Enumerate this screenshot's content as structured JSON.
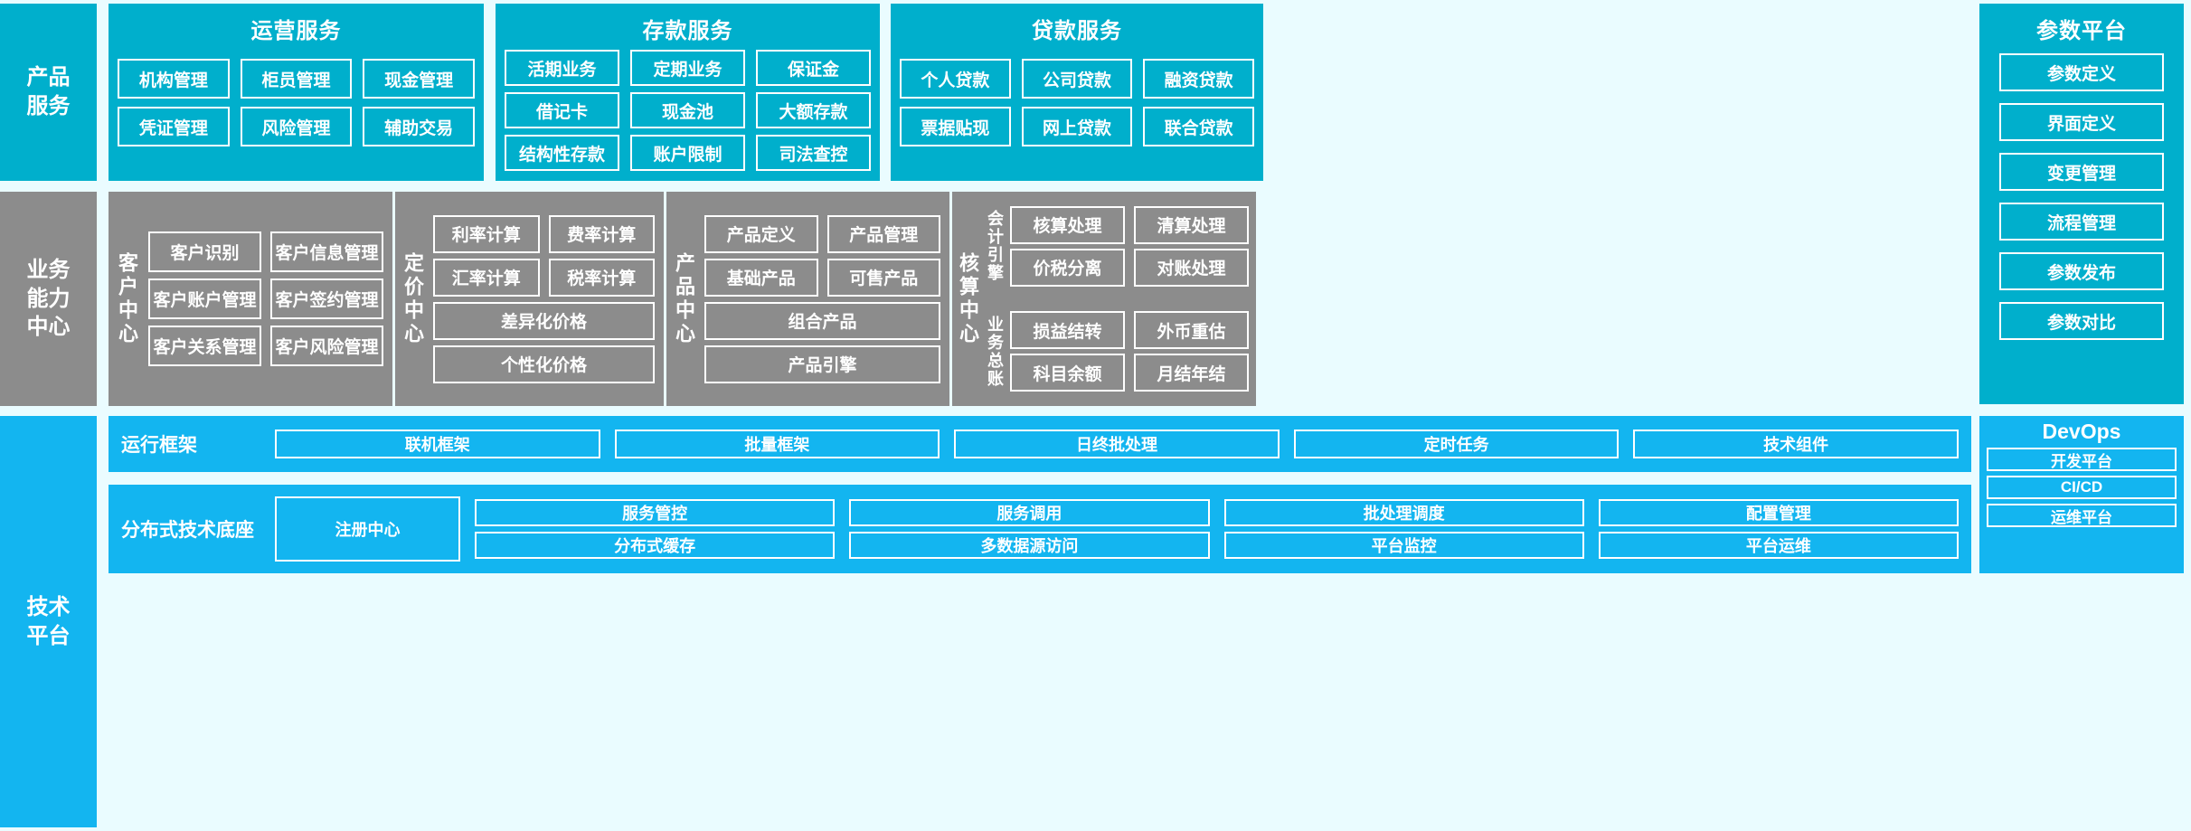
{
  "layers": {
    "product_service": "产品\n服务",
    "business_capability": "业务\n能力\n中心",
    "tech_platform": "技术\n平台"
  },
  "product_service": {
    "groups": [
      {
        "title": "运营服务",
        "items": [
          "机构管理",
          "柜员管理",
          "现金管理",
          "凭证管理",
          "风险管理",
          "辅助交易"
        ]
      },
      {
        "title": "存款服务",
        "items": [
          "活期业务",
          "定期业务",
          "保证金",
          "借记卡",
          "现金池",
          "大额存款",
          "结构性存款",
          "账户限制",
          "司法查控"
        ]
      },
      {
        "title": "贷款服务",
        "items": [
          "个人贷款",
          "公司贷款",
          "融资贷款",
          "票据贴现",
          "网上贷款",
          "联合贷款"
        ]
      }
    ]
  },
  "param_platform": {
    "title": "参数平台",
    "items": [
      "参数定义",
      "界面定义",
      "变更管理",
      "流程管理",
      "参数发布",
      "参数对比"
    ]
  },
  "business_centers": [
    {
      "name": "客户中心",
      "pairs": [
        [
          "客户识别",
          "客户信息管理"
        ],
        [
          "客户账户管理",
          "客户签约管理"
        ],
        [
          "客户关系管理",
          "客户风险管理"
        ]
      ]
    },
    {
      "name": "定价中心",
      "pairs": [
        [
          "利率计算",
          "费率计算"
        ],
        [
          "汇率计算",
          "税率计算"
        ]
      ],
      "wide": [
        "差异化价格",
        "个性化价格"
      ]
    },
    {
      "name": "产品中心",
      "pairs": [
        [
          "产品定义",
          "产品管理"
        ],
        [
          "基础产品",
          "可售产品"
        ]
      ],
      "wide": [
        "组合产品",
        "产品引擎"
      ]
    },
    {
      "name": "核算中心",
      "sub_labels": [
        "会计引擎",
        "业务总账"
      ],
      "pairs": [
        [
          "核算处理",
          "清算处理"
        ],
        [
          "价税分离",
          "对账处理"
        ],
        [
          "损益结转",
          "外币重估"
        ],
        [
          "科目余额",
          "月结年结"
        ]
      ]
    }
  ],
  "tech_platform": {
    "strips": [
      {
        "name": "运行框架",
        "rows": [
          [
            "联机框架",
            "批量框架",
            "日终批处理",
            "定时任务",
            "技术组件"
          ]
        ]
      },
      {
        "name": "分布式技术底座",
        "anchor": "注册中心",
        "rows": [
          [
            "服务管控",
            "服务调用",
            "批处理调度",
            "配置管理"
          ],
          [
            "分布式缓存",
            "多数据源访问",
            "平台监控",
            "平台运维"
          ]
        ]
      }
    ]
  },
  "devops": {
    "title": "DevOps",
    "items": [
      "开发平台",
      "CI/CD",
      "运维平台"
    ]
  },
  "colors": {
    "cyan": "#00AFCC",
    "gray": "#8C8C8C",
    "blue": "#13B5F0",
    "background": "#eafcff",
    "border": "#ffffff"
  }
}
